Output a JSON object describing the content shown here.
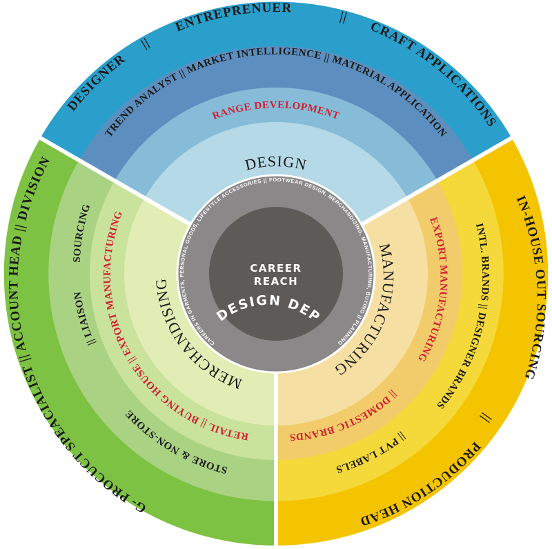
{
  "colors": {
    "design_outer": "#2a9fcb",
    "design_ring2": "#5c8fbf",
    "design_ring3": "#86bcd8",
    "design_ring4": "#b5d9e6",
    "merch_outer": "#7dc242",
    "merch_ring2": "#a9d282",
    "merch_ring3": "#c9e29c",
    "merch_ring4": "#e2edb5",
    "manu_outer": "#f5c400",
    "manu_ring2": "#f5d83a",
    "manu_ring3": "#f2cc6a",
    "manu_ring4": "#f6dfa2",
    "center_dark": "#5e5a58",
    "center_ring": "#8a8888",
    "accent_red": "#d02030"
  },
  "design": {
    "outer_designer": "DESIGNER",
    "sep1": "||",
    "outer_entrepreneur": "ENTREPRENUER",
    "sep2": "||",
    "outer_craft": "CRAFT APPLICATIONS",
    "ring2": "TREND ANALYST || MARKET INTELLIGENCE || MATERIAL APPLICATION",
    "ring3": "RANGE DEVELOPMENT",
    "sector": "DESIGN"
  },
  "merchandising": {
    "outer": "BUYING- PROCUCT SPEACIALIST || ACCOUNT HEAD || DIVISION HEAD",
    "ring2a": "SOURCING",
    "ring2b": "|| LIAISON",
    "ring2c": "STORE & NON-STORE",
    "ring3": "RETAIL || BUYING HOUSE || EXPORT MANUFACTURING",
    "sector": "MERCHANDISING"
  },
  "manufacturing": {
    "outer_a": "IN-HOUSE OUT SOURCING",
    "outer_sep": "||",
    "outer_b": "PRODUCTION HEAD",
    "ring2a": "INTL. BRANDS || DESIGNER BRANDS",
    "ring2b": "|| PVT LABELS",
    "ring3a": "EXPORT MANUFACTURING",
    "ring3b": "|| DOMESTIC BRANDS",
    "sector": "MANUFACTURING"
  },
  "center": {
    "tiny_ring": "CAREERS IN GARMENTS, PERSONAL GOODS, LIFESTYLE ACCESSORIES || FOOTWEAR DESIGN, MERCHANDISING, MANUFACTURING, BUYING || PLANNING",
    "department": "LEATHER DESIGN DEPARTMENT",
    "line1": "CAREER",
    "line2": "REACH"
  }
}
